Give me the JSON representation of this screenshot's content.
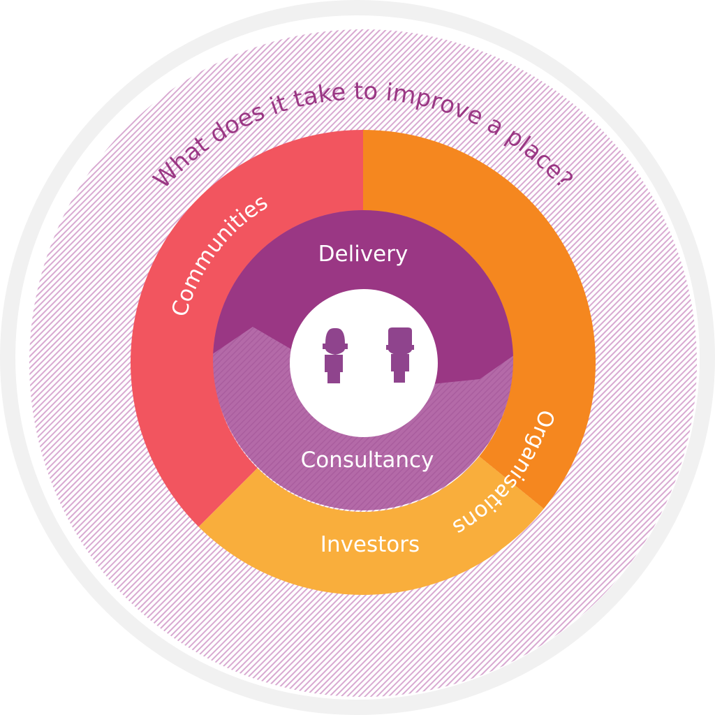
{
  "title": "What does it take to improve a place?",
  "outer_segments": {
    "communities": "Communities",
    "organisations": "Organisations",
    "investors": "Investors"
  },
  "inner_segments": {
    "delivery": "Delivery",
    "consultancy": "Consultancy"
  },
  "icons": [
    "person-icon",
    "person-icon"
  ],
  "colors": {
    "communities": "#f2555f",
    "organisations": "#f5871f",
    "investors": "#f9ae3c",
    "delivery": "#9a3784",
    "consultancy": "#b46aa8",
    "hatch": "#d8a9d1",
    "ring": "#f1f1f1",
    "title": "#9a3784",
    "figure": "#8f448d"
  }
}
